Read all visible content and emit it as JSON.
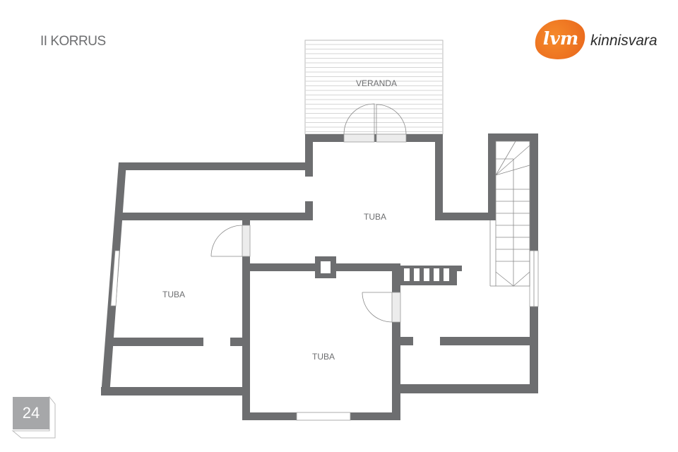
{
  "floor_title": "II KORRUS",
  "logo": {
    "mark": "lvm",
    "text": "kinnisvara",
    "color": "#ee7420"
  },
  "page_number": "24",
  "rooms": {
    "veranda": "VERANDA",
    "tuba_center": "TUBA",
    "tuba_left": "TUBA",
    "tuba_bottom": "TUBA"
  },
  "colors": {
    "wall": "#6d6e70",
    "opening": "#ececec",
    "line": "#9a9a9a"
  }
}
